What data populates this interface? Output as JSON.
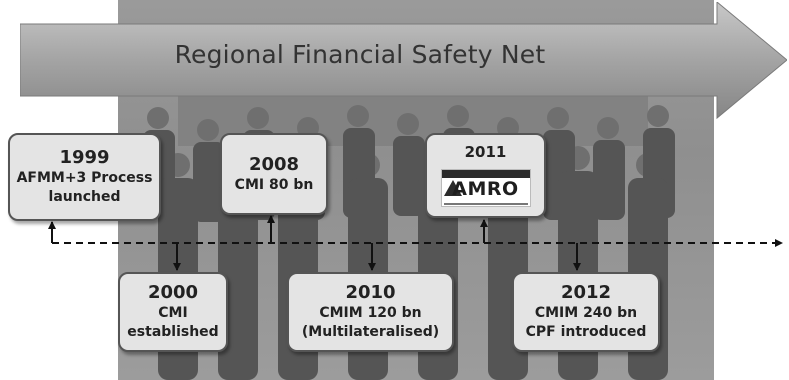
{
  "header": {
    "title": "Regional Financial Safety Net"
  },
  "milestones": [
    {
      "year": "1999",
      "lines": [
        "AFMM+3 Process",
        "launched"
      ]
    },
    {
      "year": "2000",
      "lines": [
        "CMI",
        "established"
      ]
    },
    {
      "year": "2008",
      "lines": [
        "CMI 80 bn"
      ]
    },
    {
      "year": "2010",
      "lines": [
        "CMIM 120 bn",
        "(Multilateralised)"
      ]
    },
    {
      "year": "2011",
      "logo": "AMRO"
    },
    {
      "year": "2012",
      "lines": [
        "CMIM 240 bn",
        "CPF introduced"
      ]
    }
  ],
  "colors": {
    "box_fill": "#e4e4e4",
    "box_border": "#555555",
    "arrow_fill": "#8a8a8a"
  }
}
